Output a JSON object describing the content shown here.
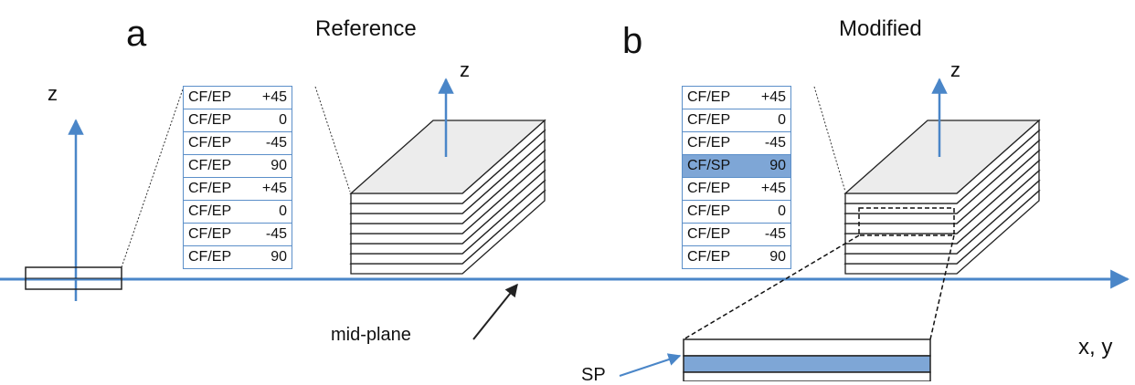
{
  "panel_a": {
    "letter": "a",
    "title": "Reference",
    "axis_label": "z",
    "stack_axis_label": "z",
    "layers": [
      {
        "material": "CF/EP",
        "angle": "+45"
      },
      {
        "material": "CF/EP",
        "angle": "0"
      },
      {
        "material": "CF/EP",
        "angle": "-45"
      },
      {
        "material": "CF/EP",
        "angle": "90"
      },
      {
        "material": "CF/EP",
        "angle": "+45"
      },
      {
        "material": "CF/EP",
        "angle": "0"
      },
      {
        "material": "CF/EP",
        "angle": "-45"
      },
      {
        "material": "CF/EP",
        "angle": "90"
      }
    ]
  },
  "panel_b": {
    "letter": "b",
    "title": "Modified",
    "stack_axis_label": "z",
    "layers": [
      {
        "material": "CF/EP",
        "angle": "+45"
      },
      {
        "material": "CF/EP",
        "angle": "0"
      },
      {
        "material": "CF/EP",
        "angle": "-45"
      },
      {
        "material": "CF/SP",
        "angle": "90",
        "highlight": true
      },
      {
        "material": "CF/EP",
        "angle": "+45"
      },
      {
        "material": "CF/EP",
        "angle": "0"
      },
      {
        "material": "CF/EP",
        "angle": "-45"
      },
      {
        "material": "CF/EP",
        "angle": "90"
      }
    ]
  },
  "labels": {
    "mid_plane": "mid-plane",
    "xy_axis": "x, y",
    "sp": "SP"
  },
  "colors": {
    "axis_blue": "#4a86c8",
    "highlight_blue": "#7ea6d6",
    "ply_top_fill": "#ececec"
  }
}
